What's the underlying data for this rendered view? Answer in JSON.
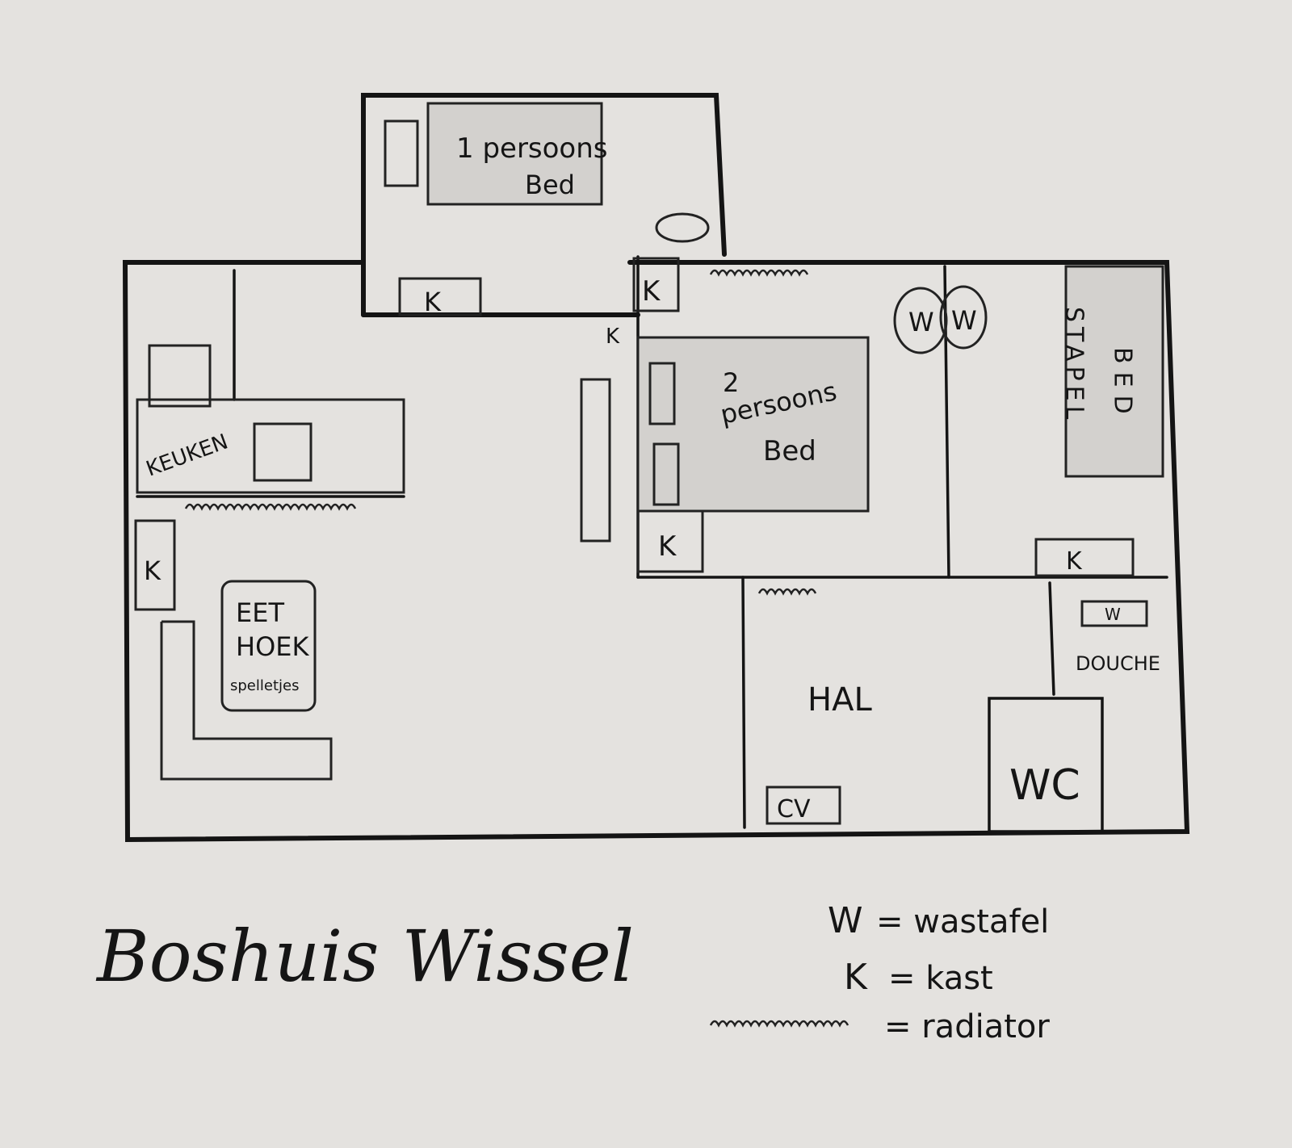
{
  "title": "Boshuis Wissel",
  "rooms": {
    "single_bedroom": {
      "line1": "1 persoons",
      "line2": "Bed"
    },
    "kitchen": "KEUKEN",
    "double_bedroom": {
      "line1": "2",
      "line2": "persoons",
      "line3": "Bed"
    },
    "bunk_room": {
      "col1": "STAPEL",
      "col2": "BED"
    },
    "dining": {
      "line1": "EET",
      "line2": "HOEK",
      "line3": "spelletjes"
    },
    "hall": "HAL",
    "shower": "DOUCHE",
    "toilet": "WC",
    "boiler": "CV"
  },
  "markers": {
    "closet": "K",
    "sink": "W"
  },
  "legend": [
    {
      "symbol": "W",
      "meaning": "= wastafel"
    },
    {
      "symbol": "K",
      "meaning": "= kast"
    },
    {
      "symbol": "ccccc",
      "meaning": "= radiator"
    }
  ],
  "colors": {
    "paper": "#e4e2df",
    "ink": "#141414"
  }
}
